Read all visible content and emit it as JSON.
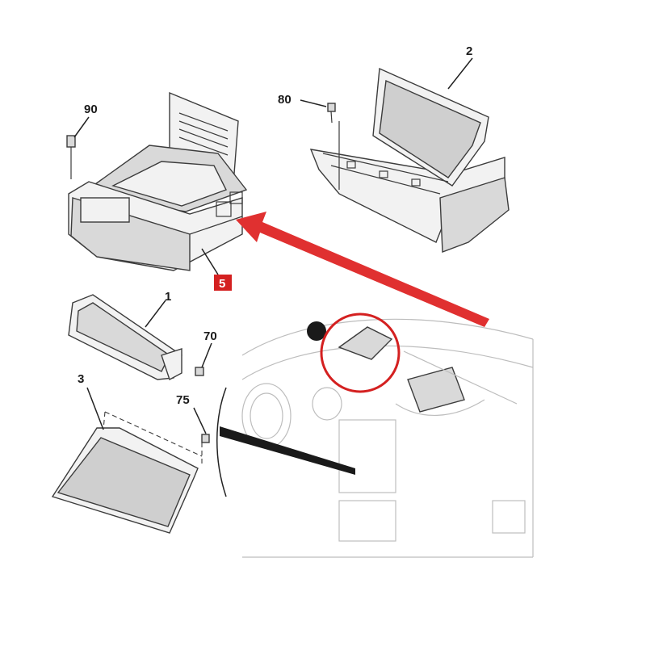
{
  "callouts": {
    "part_1": "1",
    "part_2": "2",
    "part_3": "3",
    "part_5": "5",
    "part_70": "70",
    "part_75": "75",
    "part_80": "80",
    "part_90": "90"
  },
  "highlight": {
    "callout_box_color": "#d42020",
    "arrow_color": "#e03030",
    "ring_color": "#d42020"
  },
  "icons": {
    "pointer_arrow": "red-arrow-icon",
    "location_ring": "red-circle-icon"
  }
}
